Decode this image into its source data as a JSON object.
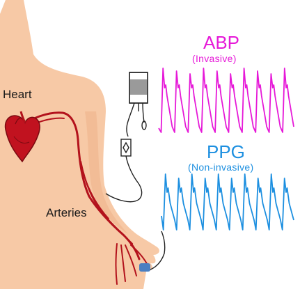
{
  "labels": {
    "heart": "Heart",
    "arteries": "Arteries",
    "abp_title": "ABP",
    "abp_subtitle": "(Invasive)",
    "ppg_title": "PPG",
    "ppg_subtitle": "(Non-invasive)"
  },
  "colors": {
    "skin": "#f7c9a6",
    "skin_shadow": "#eeb48c",
    "artery": "#b3121c",
    "heart": "#c1121f",
    "abp": "#e619d8",
    "ppg": "#1c8fe0",
    "device": "#222222",
    "sensor": "#4a7fc1"
  },
  "waveforms": {
    "abp_beats": 10,
    "ppg_beats": 10
  }
}
